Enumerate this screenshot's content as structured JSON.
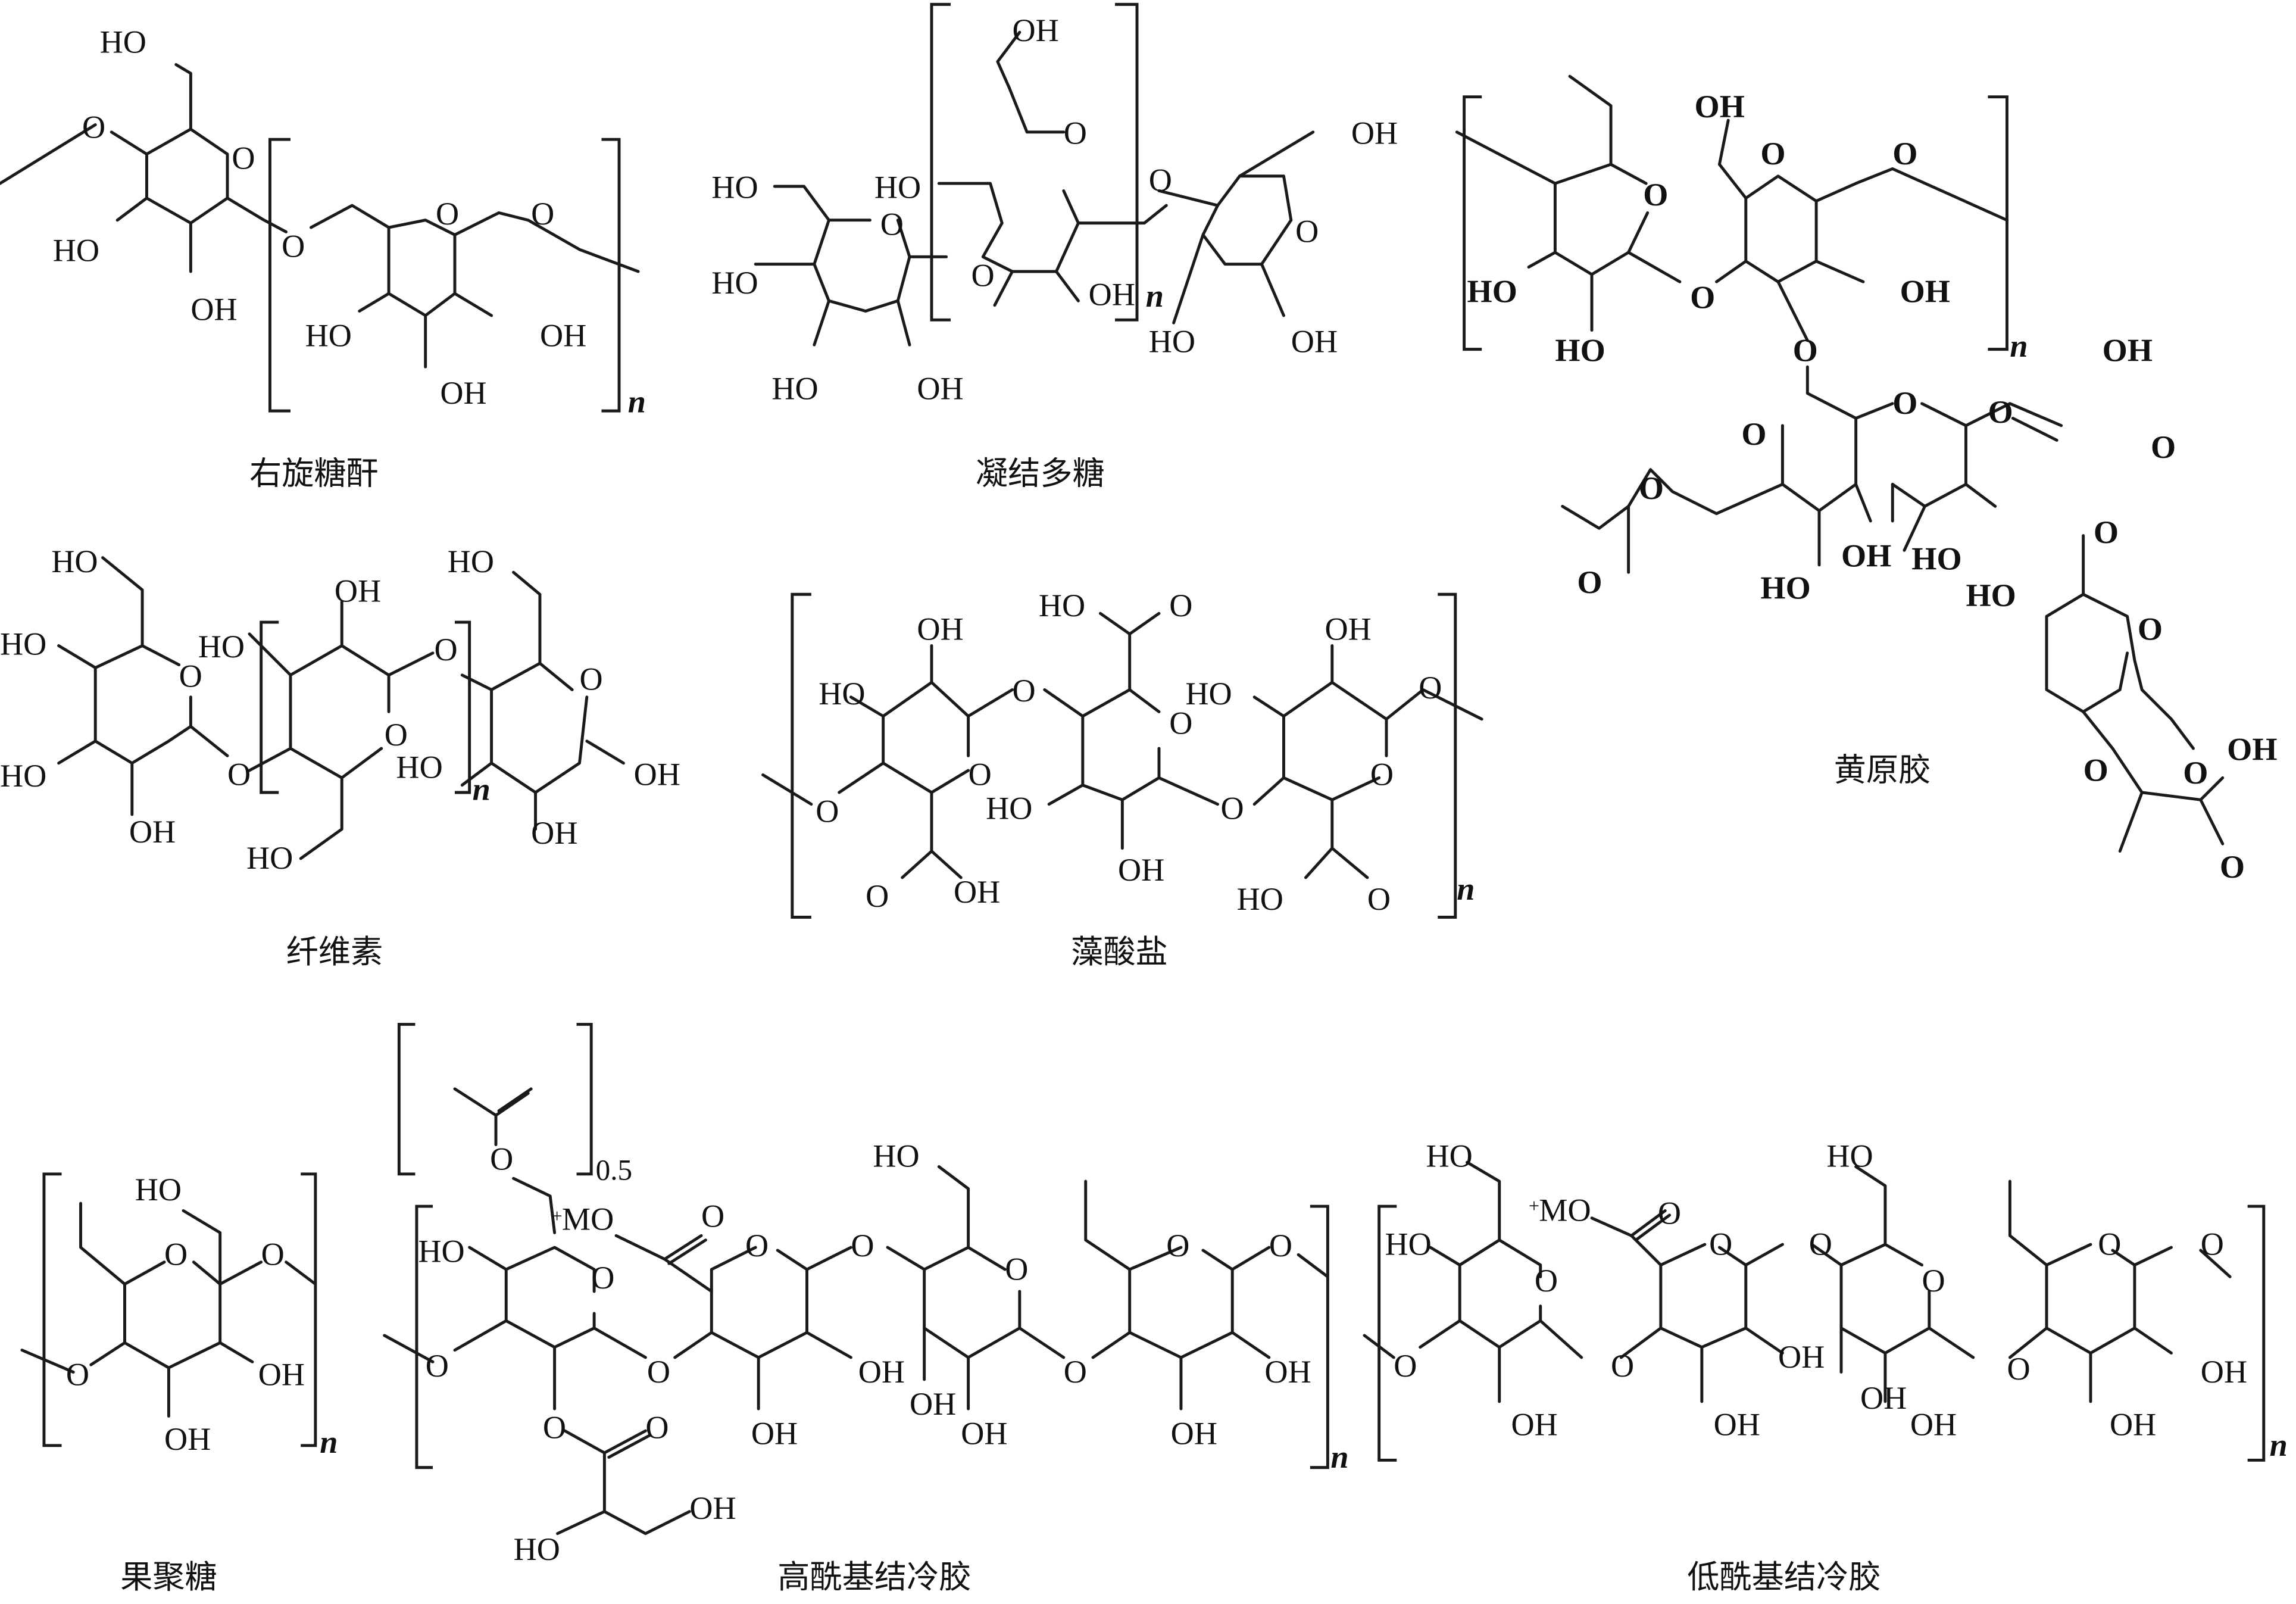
{
  "figure": {
    "molecules": [
      {
        "id": "dextran",
        "caption": "右旋糖酐",
        "repeat": "n"
      },
      {
        "id": "curdlan",
        "caption": "凝结多糖",
        "repeat": "n"
      },
      {
        "id": "xanthan",
        "caption": "黄原胶",
        "repeat": "n"
      },
      {
        "id": "cellulose",
        "caption": "纤维素",
        "repeat": "n"
      },
      {
        "id": "alginate",
        "caption": "藻酸盐",
        "repeat": "n"
      },
      {
        "id": "levan",
        "caption": "果聚糖",
        "repeat": "n"
      },
      {
        "id": "high-acyl-gellan",
        "caption": "高酰基结冷胶",
        "repeat": "n",
        "fraction": "0.5"
      },
      {
        "id": "low-acyl-gellan",
        "caption": "低酰基结冷胶",
        "repeat": "n"
      }
    ],
    "atoms": {
      "O": "O",
      "OH": "OH",
      "HO": "HO",
      "MO": "MO",
      "plus": "+"
    },
    "colors": {
      "ink": "#111111",
      "background": "#ffffff"
    }
  }
}
